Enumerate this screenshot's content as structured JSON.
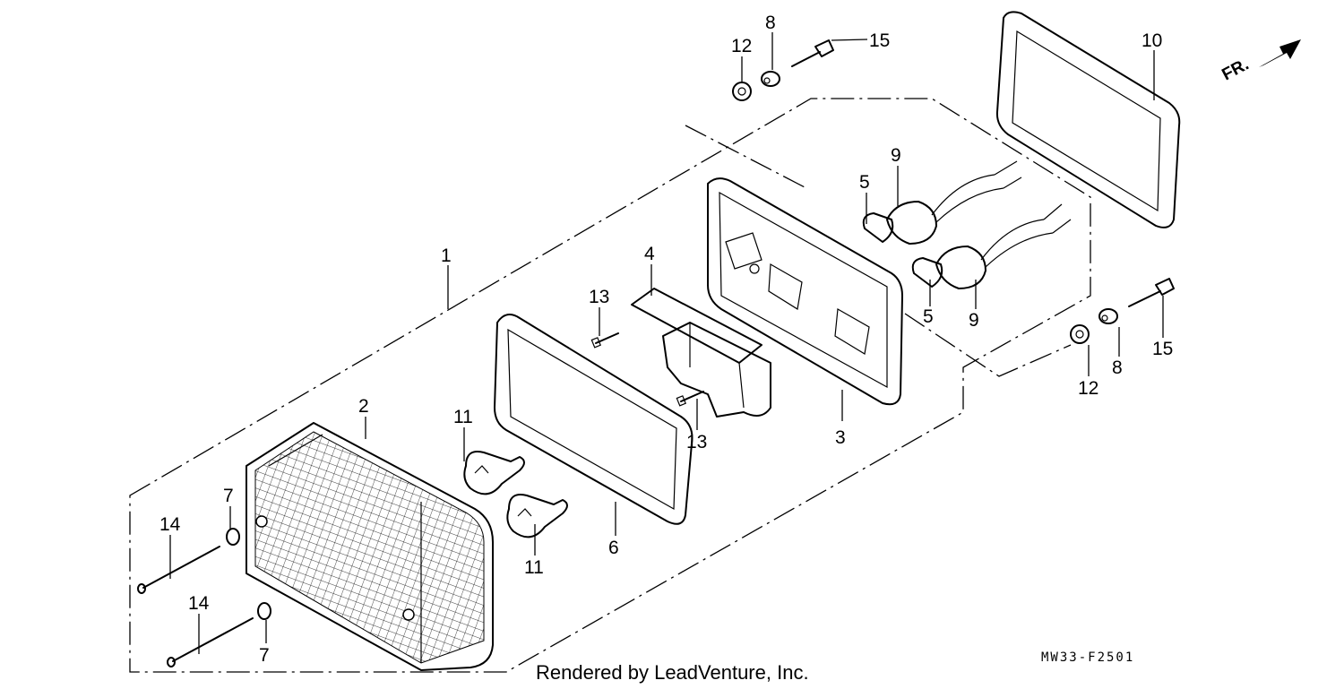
{
  "callouts": {
    "c1": "1",
    "c2": "2",
    "c3": "3",
    "c4": "4",
    "c5a": "5",
    "c5b": "5",
    "c6": "6",
    "c7a": "7",
    "c7b": "7",
    "c8a": "8",
    "c8b": "8",
    "c9a": "9",
    "c9b": "9",
    "c10": "10",
    "c11a": "11",
    "c11b": "11",
    "c12a": "12",
    "c12b": "12",
    "c13a": "13",
    "c13b": "13",
    "c14a": "14",
    "c14b": "14",
    "c15a": "15",
    "c15b": "15"
  },
  "direction_label": "FR.",
  "diagram_code": "MW33-F2501",
  "credit": "Rendered by LeadVenture, Inc."
}
